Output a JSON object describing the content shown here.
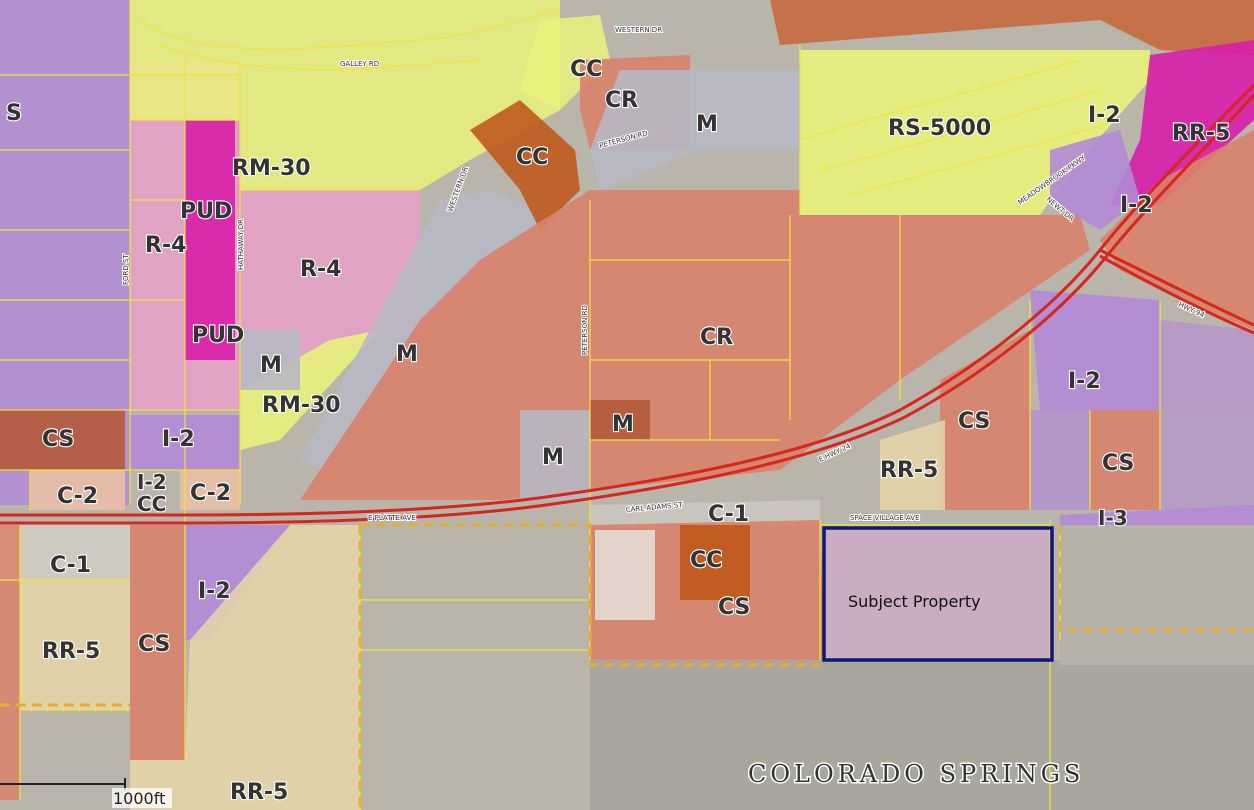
{
  "map": {
    "zones": [
      {
        "id": "rs5000",
        "label": "RS-5000",
        "color": "#e9f27a"
      },
      {
        "id": "rr5-ne",
        "label": "RR-5",
        "color": "#d81ea8"
      },
      {
        "id": "i2-ne",
        "label": "I-2",
        "color": "#b28ad6"
      },
      {
        "id": "i2-ne2",
        "label": "I-2",
        "color": "#b28ad6"
      },
      {
        "id": "cc-top",
        "label": "CC",
        "color": "#c05a1e"
      },
      {
        "id": "cr-top",
        "label": "CR",
        "color": "#d9826a"
      },
      {
        "id": "m-top",
        "label": "M",
        "color": "#b8b8c4"
      },
      {
        "id": "cc-mid",
        "label": "CC",
        "color": "#c05a1e"
      },
      {
        "id": "rm30-top",
        "label": "RM-30",
        "color": "#e9f27a"
      },
      {
        "id": "pud-1",
        "label": "PUD",
        "color": "#d81ea8"
      },
      {
        "id": "r4-1",
        "label": "R-4",
        "color": "#e7a0c8"
      },
      {
        "id": "r4-2",
        "label": "R-4",
        "color": "#e7a0c8"
      },
      {
        "id": "pud-2",
        "label": "PUD",
        "color": "#d81ea8"
      },
      {
        "id": "m-1",
        "label": "M",
        "color": "#b8b8c4"
      },
      {
        "id": "m-2",
        "label": "M",
        "color": "#b8b8c4"
      },
      {
        "id": "rm30-2",
        "label": "RM-30",
        "color": "#e9f27a"
      },
      {
        "id": "cr-big",
        "label": "CR",
        "color": "#d9826a"
      },
      {
        "id": "m-3",
        "label": "M",
        "color": "#b8b8c4"
      },
      {
        "id": "m-4",
        "label": "M",
        "color": "#b8b8c4"
      },
      {
        "id": "i2-east",
        "label": "I-2",
        "color": "#b28ad6"
      },
      {
        "id": "cs-east",
        "label": "CS",
        "color": "#d9826a"
      },
      {
        "id": "rr5-east",
        "label": "RR-5",
        "color": "#e6d6a8"
      },
      {
        "id": "cs-east2",
        "label": "CS",
        "color": "#d9826a"
      },
      {
        "id": "cs-west",
        "label": "CS",
        "color": "#d9826a"
      },
      {
        "id": "i2-west",
        "label": "I-2",
        "color": "#b28ad6"
      },
      {
        "id": "c2-1",
        "label": "C-2",
        "color": "#e9c0a4"
      },
      {
        "id": "i2-small",
        "label": "I-2",
        "color": "#b28ad6"
      },
      {
        "id": "cc-small",
        "label": "CC",
        "color": "#c05a1e"
      },
      {
        "id": "c2-2",
        "label": "C-2",
        "color": "#e9c0a4"
      },
      {
        "id": "c1-sw",
        "label": "C-1",
        "color": "#e9c0a4"
      },
      {
        "id": "i2-sw",
        "label": "I-2",
        "color": "#b28ad6"
      },
      {
        "id": "cs-sw",
        "label": "CS",
        "color": "#d9826a"
      },
      {
        "id": "rr5-sw",
        "label": "RR-5",
        "color": "#e6d6a8"
      },
      {
        "id": "rr5-s",
        "label": "RR-5",
        "color": "#e6d6a8"
      },
      {
        "id": "c1-mid",
        "label": "C-1",
        "color": "#e9c0a4"
      },
      {
        "id": "cc-s",
        "label": "CC",
        "color": "#c05a1e"
      },
      {
        "id": "cs-s",
        "label": "CS",
        "color": "#d9826a"
      },
      {
        "id": "i3",
        "label": "I-3",
        "color": "#b28ad6"
      },
      {
        "id": "s-w",
        "label": "S",
        "color": "#b28ad6"
      }
    ],
    "roads": {
      "western_dr": "WESTERN DR",
      "galley_rd": "GALLEY RD",
      "peterson_rd_n": "PETERSON RD",
      "peterson_rd": "PETERSON RD",
      "western_dr_s": "WESTERN DR",
      "hathaway_dr": "HATHAWAY DR",
      "ford_st": "FORD ST",
      "e_platte_ave": "E PLATTE AVE",
      "carl_adams_st": "CARL ADAMS ST",
      "space_village_ave": "SPACE VILLAGE AVE",
      "meadowbrook_pkwy": "MEADOWBROOK PKWY",
      "newt_dr": "NEWT DR",
      "hwy_94": "HWY 94",
      "e_hwy_24": "E HWY 24"
    },
    "subject_property": {
      "label": "Subject Property",
      "outline_color": "#0d1a6e"
    },
    "city_label": "COLORADO SPRINGS",
    "scale_bar": {
      "label": "1000ft"
    },
    "colors": {
      "highway": "#d7261e",
      "parcel_line": "#f2e23a",
      "boundary_dash": "#e0b030"
    }
  }
}
